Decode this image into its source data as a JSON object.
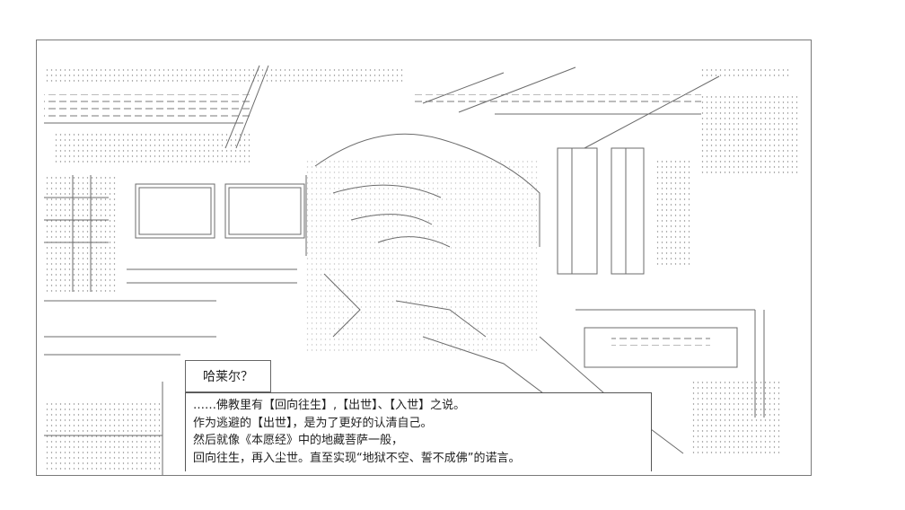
{
  "speaker": {
    "name": "哈莱尔？"
  },
  "dialogue": {
    "lines": [
      "……佛教里有【回向往生】,【出世】、【入世】之说。",
      "作为逃避的【出世】，是为了更好的认清自己。",
      "然后就像《本愿经》中的地藏菩萨一般，",
      "回向往生，再入尘世。直至实现“地狱不空、誓不成佛”的诺言。"
    ]
  },
  "colors": {
    "ink": "#222222",
    "line_art": "#6b6b6b",
    "frame": "#7a7a7a",
    "paper": "#ffffff"
  }
}
